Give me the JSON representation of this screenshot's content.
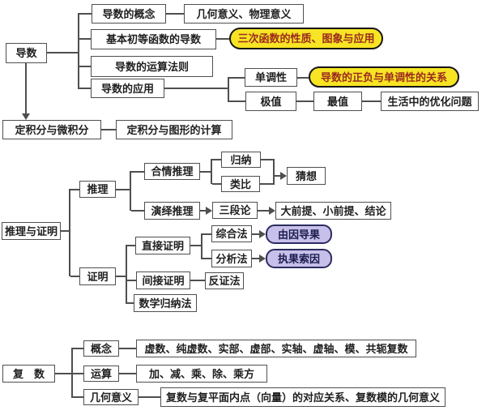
{
  "palette": {
    "canvas_bg": "#ffffff",
    "line": "#4f4f4f",
    "ink": "#1f1f1f",
    "yellow_bg": "#f7e424",
    "yellow_ink": "#9c2a1f",
    "purple_bg": "#c6c0ea",
    "purple_ink": "#1c1c4e"
  },
  "nodes": {
    "derivative": "导数",
    "derivative_concept": "导数的概念",
    "geometric_physical": "几何意义、物理意义",
    "basic_elementary": "基本初等函数的导数",
    "cubic_function": "三次函数的性质、图象与应用",
    "operation_rules": "导数的运算法则",
    "applications": "导数的应用",
    "monotonicity": "单调性",
    "sign_monotonicity": "导数的正负与单调性的关系",
    "extremum": "极值",
    "max_min": "最值",
    "optimization": "生活中的优化问题",
    "definite_integral": "定积分与微积分",
    "integral_graph": "定积分与图形的计算",
    "reasoning_proof": "推理与证明",
    "reasoning": "推理",
    "plausible_reasoning": "合情推理",
    "deductive_reasoning": "演绎推理",
    "induction": "归纳",
    "analogy": "类比",
    "conjecture": "猜想",
    "syllogism": "三段论",
    "premises_conclusion": "大前提、小前提、结论",
    "proof": "证明",
    "direct_proof": "直接证明",
    "synthetic_method": "综合法",
    "cause_to_effect": "由因导果",
    "analytic_method": "分析法",
    "effect_to_cause": "执果索因",
    "indirect_proof": "间接证明",
    "proof_by_contradiction": "反证法",
    "mathematical_induction": "数学归纳法",
    "complex_number": "复　数",
    "complex_concept": "概念",
    "complex_concept_items": "虚数、纯虚数、实部、虚部、实轴、虚轴、模、共轭复数",
    "complex_operations": "运算",
    "complex_operation_items": "加、减、乘、除、乘方",
    "complex_geometric": "几何意义",
    "complex_geometric_items": "复数与复平面内点（向量）的对应关系、复数模的几何意义"
  }
}
